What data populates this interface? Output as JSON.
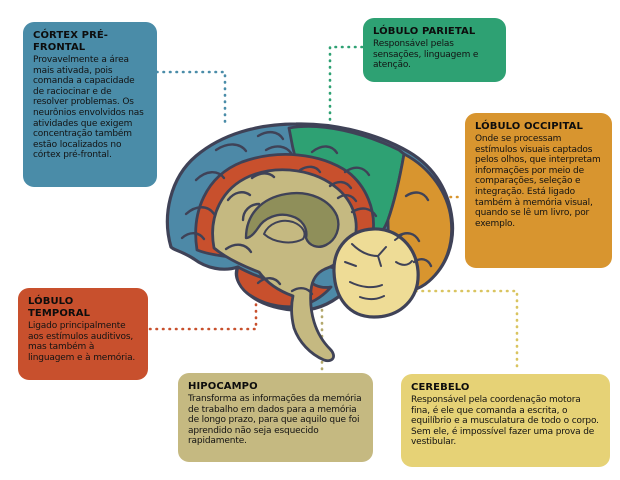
{
  "figure": {
    "type": "brain-anatomy-infographic",
    "language": "pt-BR",
    "background_color": "#ffffff",
    "outline_color": "#3f4257"
  },
  "callouts": [
    {
      "id": "prefrontal-cortex",
      "title": "CÓRTEX PRÉ-FRONTAL",
      "body": "Provavelmente a área mais ativada, pois comanda a capacidade de raciocinar e de resolver problemas. Os neurônios envolvidos nas atividades que exigem concentração também estão localizados no córtex pré-frontal.",
      "color": "#4a8ca8"
    },
    {
      "id": "parietal-lobe",
      "title": "LÓBULO PARIETAL",
      "body": "Responsável pelas sensações, linguagem e atenção.",
      "color": "#2ea173"
    },
    {
      "id": "occipital-lobe",
      "title": "LÓBULO OCCIPITAL",
      "body": "Onde se processam estímulos visuais captados pelos olhos, que interpretam informações por meio de comparações, seleção e integração. Está ligado também à memória visual, quando se lê um livro, por exemplo.",
      "color": "#d8952f"
    },
    {
      "id": "temporal-lobe",
      "title": "LÓBULO TEMPORAL",
      "body": "Ligado principalmente aos estímulos auditivos, mas também à linguagem e à memória.",
      "color": "#c8502d"
    },
    {
      "id": "hippocampus",
      "title": "HIPOCAMPO",
      "body": "Transforma as informações da memória de trabalho em dados para a memória de longo prazo, para que aquilo que foi aprendido não seja esquecido rapidamente.",
      "color": "#c5b981"
    },
    {
      "id": "cerebellum",
      "title": "CEREBELO",
      "body": "Responsável pela coordenação motora fina, é ele que comanda a escrita, o equilíbrio e a musculatura de todo o corpo. Sem ele, é impossível fazer uma prova de vestibular.",
      "color": "#e6d276"
    }
  ],
  "brain": {
    "colors": {
      "frontal": "#4d89a7",
      "parietal": "#2ea173",
      "occipital": "#d8952f",
      "limbic_red": "#c8502d",
      "corpus_callosum": "#c5b981",
      "inner_fold": "#8f8f5a",
      "cerebellum": "#eedc96",
      "outline": "#3f4257"
    },
    "connector_colors": {
      "prefrontal": "#4a8ca8",
      "parietal": "#2ea173",
      "occipital": "#d8952f",
      "temporal": "#c8502d",
      "hippocampus": "#b3a86d",
      "cerebellum": "#d9c460"
    }
  }
}
